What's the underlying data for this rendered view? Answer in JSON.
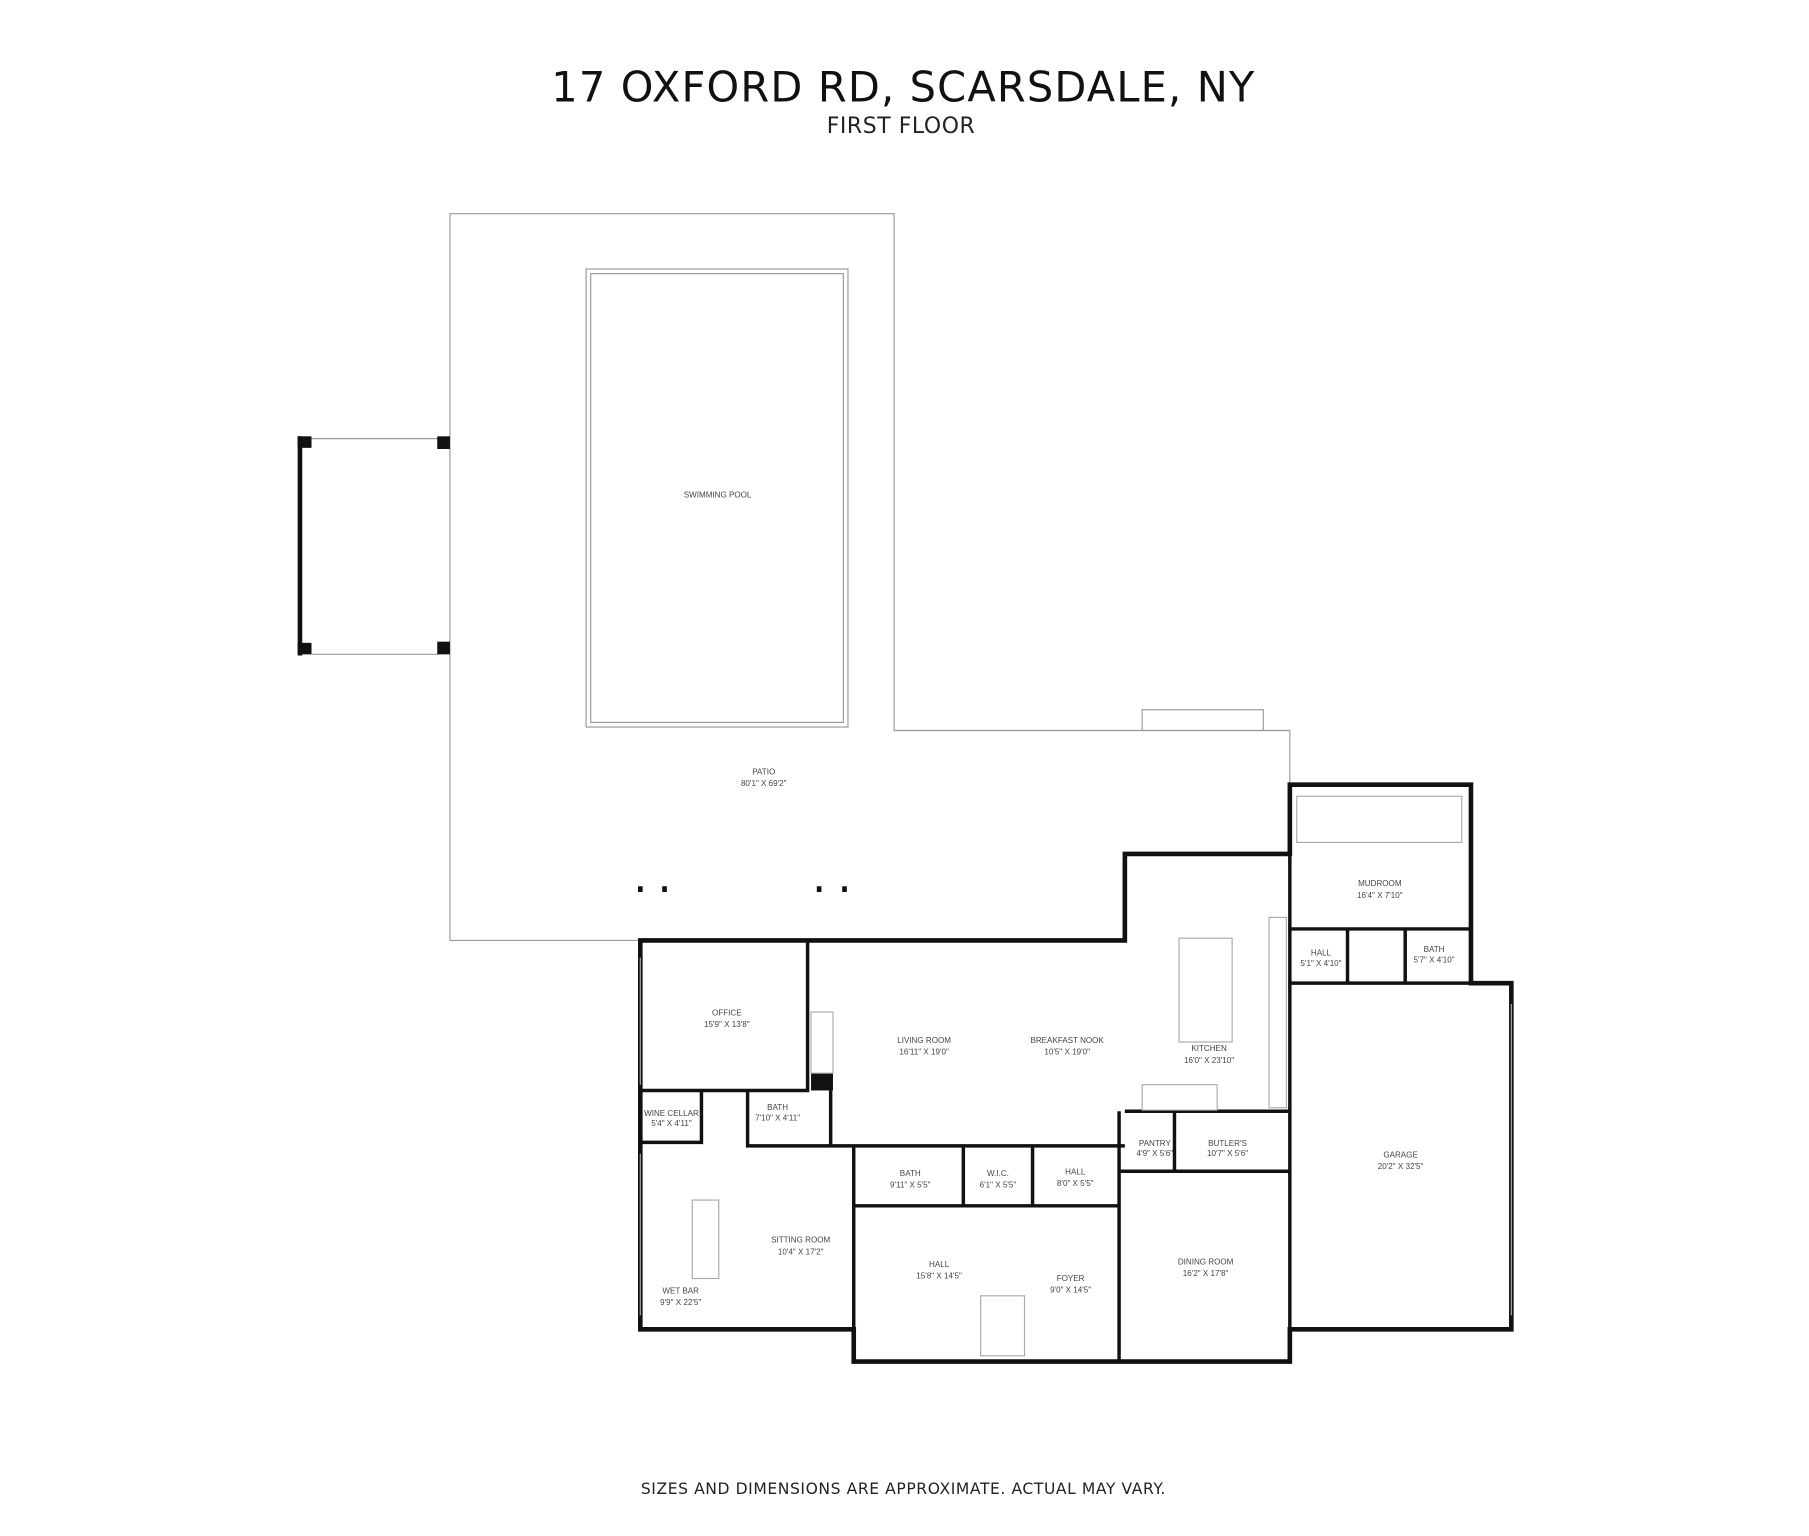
{
  "header": {
    "title": "17 OXFORD RD, SCARSDALE, NY",
    "subtitle": "FIRST FLOOR"
  },
  "footer": {
    "disclaimer": "SIZES AND DIMENSIONS ARE APPROXIMATE. ACTUAL MAY VARY."
  },
  "rooms": {
    "pool": {
      "name": "SWIMMING POOL"
    },
    "patio": {
      "name": "PATIO",
      "dims": "80'1\" X 69'2\""
    },
    "mudroom": {
      "name": "MUDROOM",
      "dims": "16'4\" X 7'10\""
    },
    "hall_small": {
      "name": "HALL",
      "dims": "5'1\" X 4'10\""
    },
    "bath_mud": {
      "name": "BATH",
      "dims": "5'7\" X 4'10\""
    },
    "office": {
      "name": "OFFICE",
      "dims": "15'9\" X 13'8\""
    },
    "living": {
      "name": "LIVING ROOM",
      "dims": "16'11\" X 19'0\""
    },
    "nook": {
      "name": "BREAKFAST NOOK",
      "dims": "10'5\" X 19'0\""
    },
    "kitchen": {
      "name": "KITCHEN",
      "dims": "16'0\" X 23'10\""
    },
    "wine": {
      "name": "WINE CELLAR",
      "dims": "5'4\" X 4'11\""
    },
    "bath_office": {
      "name": "BATH",
      "dims": "7'10\" X 4'11\""
    },
    "pantry": {
      "name": "PANTRY",
      "dims": "4'9\" X 5'6\""
    },
    "butlers": {
      "name": "BUTLER'S",
      "dims": "10'7\" X 5'6\""
    },
    "garage": {
      "name": "GARAGE",
      "dims": "20'2\" X 32'5\""
    },
    "bath_hall": {
      "name": "BATH",
      "dims": "9'11\" X 5'5\""
    },
    "wic": {
      "name": "W.I.C.",
      "dims": "6'1\" X 5'5\""
    },
    "hall_mid": {
      "name": "HALL",
      "dims": "8'0\" X 5'5\""
    },
    "sitting": {
      "name": "SITTING ROOM",
      "dims": "10'4\" X 17'2\""
    },
    "wetbar": {
      "name": "WET BAR",
      "dims": "9'9\" X 22'5\""
    },
    "hall_main": {
      "name": "HALL",
      "dims": "15'8\" X 14'5\""
    },
    "foyer": {
      "name": "FOYER",
      "dims": "9'0\" X 14'5\""
    },
    "dining": {
      "name": "DINING ROOM",
      "dims": "16'2\" X 17'8\""
    }
  }
}
